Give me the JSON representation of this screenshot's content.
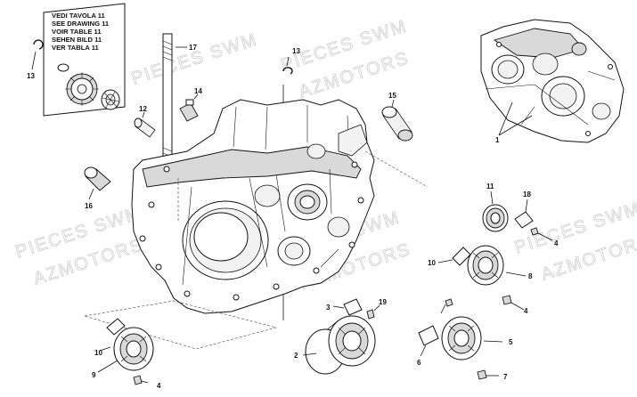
{
  "note_box": {
    "lines": [
      "VEDI TAVOLA 11",
      "SEE DRAWING 11",
      "VOIR TABLE 11",
      "SEHEN BILD 11",
      "VER TABLA 11"
    ]
  },
  "watermarks": [
    "PIECES SWM",
    "AZMOTORS"
  ],
  "labels": {
    "p1": "1",
    "p2": "2",
    "p3": "3",
    "p4a": "4",
    "p4b": "4",
    "p4c": "4",
    "p5": "5",
    "p6": "6",
    "p7": "7",
    "p8": "8",
    "p9": "9",
    "p10a": "10",
    "p10b": "10",
    "p11": "11",
    "p12": "12",
    "p13a": "13",
    "p13b": "13",
    "p14": "14",
    "p15": "15",
    "p16": "16",
    "p17": "17",
    "p18": "18",
    "p19": "19"
  }
}
